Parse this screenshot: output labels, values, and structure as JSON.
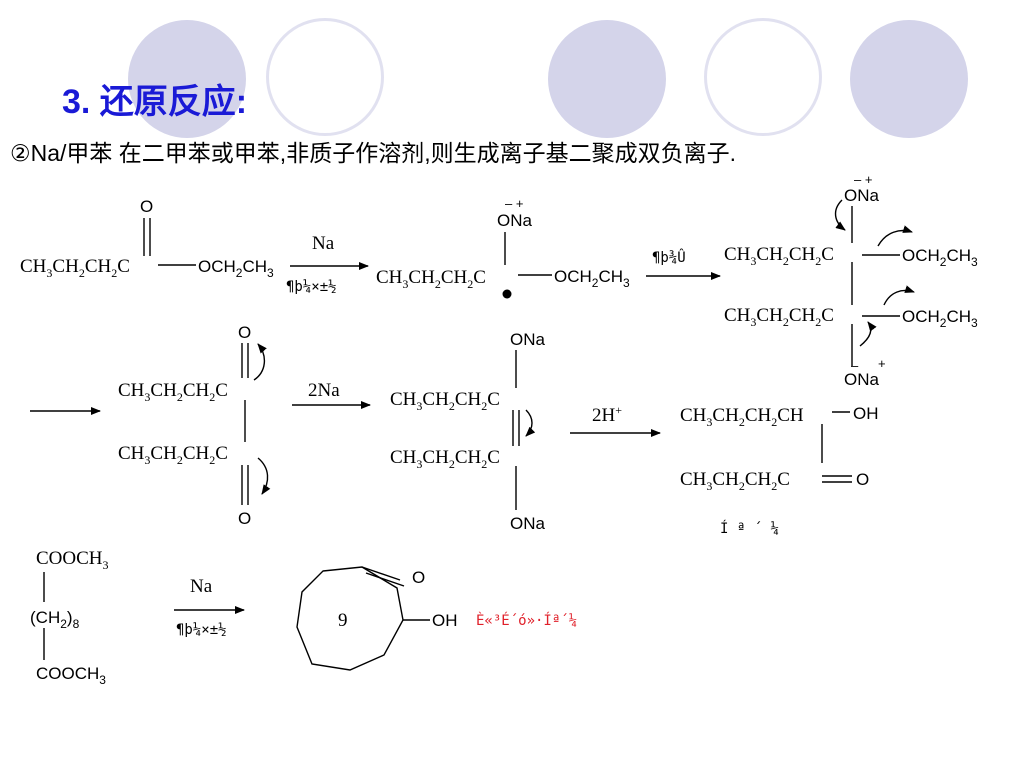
{
  "slide": {
    "title": "3. 还原反应:",
    "subtitle": "②Na/甲苯  在二甲苯或甲苯,非质子作溶剂,则生成离子基二聚成双负离子."
  },
  "colors": {
    "title": "#1a1ad6",
    "decor_circle": "#d4d4ea",
    "decor_ring": "#e1e1f0",
    "annotation_red": "#e0202a"
  },
  "labels": {
    "o": "O",
    "ona": "ONa",
    "ona_charges": "–   +",
    "plus": "+",
    "minus": "–",
    "och2ch3": "OCH",
    "och2ch3_sub1": "2",
    "och2ch3_mid": "CH",
    "och2ch3_sub2": "3",
    "ch3_head": "CH",
    "ch3_sub": "3",
    "ch2_mid": "CH",
    "ch2_sub": "2",
    "c": "C",
    "ch": "CH",
    "oh": "OH",
    "na": "Na",
    "two_na": "2Na",
    "two_h": "2H",
    "two_h_sup": "+",
    "solvent_garbled": "¶þ¼×±½",
    "dimerize_garbled": "¶þ¾Û",
    "acyloin_garbled": "Í ª ´ ¼",
    "ring_size": "9",
    "cooch3": "COOCH",
    "cooch3_sub": "3",
    "ch2n": "(CH",
    "ch2n_sub": "2",
    "ch2n_tail": ")",
    "ch2n_count": "8",
    "cooch3_bottom": "COOCH",
    "red_note": "È«³É´ó»·Íª´¼"
  }
}
